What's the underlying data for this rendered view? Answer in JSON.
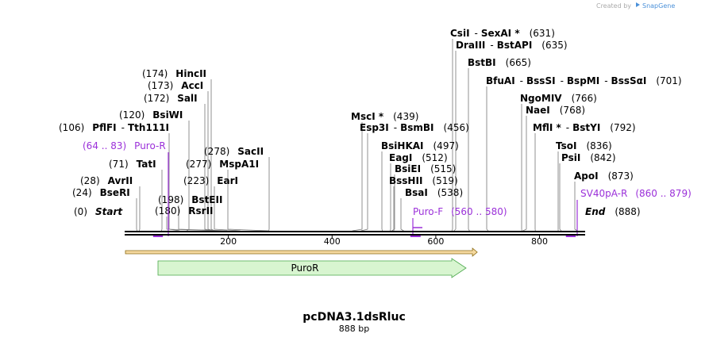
{
  "header": {
    "credit_prefix": "Created by",
    "credit_brand": "SnapGene"
  },
  "plasmid": {
    "name": "pcDNA3.1dsRluc",
    "length_label": "888 bp",
    "total_bp": 888
  },
  "ruler": {
    "ticks": [
      200,
      400,
      600,
      800
    ]
  },
  "sites": [
    {
      "pos": "(0)",
      "name": "Start",
      "bp": 0,
      "italic": true
    },
    {
      "pos": "(24)",
      "name": "BseRI",
      "bp": 24
    },
    {
      "pos": "(28)",
      "name": "AvrII",
      "bp": 28
    },
    {
      "pos": "(71)",
      "name": "TatI",
      "bp": 71
    },
    {
      "pos": "(106)",
      "name": "PflFI",
      "sep": "-",
      "name2": "Tth111I",
      "bp": 106
    },
    {
      "pos": "(120)",
      "name": "BsiWI",
      "bp": 120
    },
    {
      "pos": "(172)",
      "name": "SalI",
      "bp": 172
    },
    {
      "pos": "(173)",
      "name": "AccI",
      "bp": 173
    },
    {
      "pos": "(174)",
      "name": "HincII",
      "bp": 174
    },
    {
      "pos": "(180)",
      "name": "RsrII",
      "bp": 180
    },
    {
      "pos": "(198)",
      "name": "BstEII",
      "bp": 198
    },
    {
      "pos": "(223)",
      "name": "EarI",
      "bp": 223
    },
    {
      "pos": "(277)",
      "name": "MspA1I",
      "bp": 277
    },
    {
      "pos": "(278)",
      "name": "SacII",
      "bp": 278
    },
    {
      "pos": "(439)",
      "name": "MscI *",
      "bp": 439
    },
    {
      "pos": "(456)",
      "name": "Esp3I",
      "sep": "-",
      "name2": "BsmBI",
      "bp": 456
    },
    {
      "pos": "(497)",
      "name": "BsiHKAI",
      "bp": 497
    },
    {
      "pos": "(512)",
      "name": "EagI",
      "bp": 512
    },
    {
      "pos": "(515)",
      "name": "BsiEI",
      "bp": 515
    },
    {
      "pos": "(519)",
      "name": "BssHII",
      "bp": 519
    },
    {
      "pos": "(538)",
      "name": "BsaI",
      "bp": 538
    },
    {
      "pos": "(631)",
      "name": "CsiI",
      "sep": "-",
      "name2": "SexAI *",
      "bp": 631
    },
    {
      "pos": "(635)",
      "name": "DraIII",
      "sep": "-",
      "name2": "BstAPI",
      "bp": 635
    },
    {
      "pos": "(665)",
      "name": "BstBI",
      "bp": 665
    },
    {
      "pos": "(701)",
      "name": "BfuAI",
      "sep": "-",
      "name2": "BssSI",
      "sep2": "-",
      "name3": "BspMI",
      "sep3": "-",
      "name4": "BssSαI",
      "bp": 701
    },
    {
      "pos": "(766)",
      "name": "NgoMIV",
      "bp": 766
    },
    {
      "pos": "(768)",
      "name": "NaeI",
      "bp": 768
    },
    {
      "pos": "(792)",
      "name": "MflI *",
      "sep": "-",
      "name2": "BstYI",
      "bp": 792
    },
    {
      "pos": "(836)",
      "name": "TsoI",
      "bp": 836
    },
    {
      "pos": "(842)",
      "name": "PsiI",
      "bp": 842
    },
    {
      "pos": "(873)",
      "name": "ApoI",
      "bp": 873
    },
    {
      "pos": "(888)",
      "name": "End",
      "bp": 888,
      "italic": true
    }
  ],
  "primers": [
    {
      "name": "Puro-R",
      "range": "(64 .. 83)",
      "start": 64,
      "end": 83,
      "strand": "reverse"
    },
    {
      "name": "Puro-F",
      "range": "(560 .. 580)",
      "start": 560,
      "end": 580,
      "strand": "forward"
    },
    {
      "name": "SV40pA-R",
      "range": "(860 .. 879)",
      "start": 860,
      "end": 879,
      "strand": "reverse"
    }
  ],
  "features": [
    {
      "name": "PuroR",
      "start": 64,
      "end": 662,
      "color": "#d8f5d0",
      "stroke": "#4aa84a"
    }
  ],
  "orf": {
    "start": 0,
    "end": 660,
    "color": "#f5d9a0",
    "stroke": "#8a6a10"
  },
  "colors": {
    "backbone": "#000000",
    "primer": "#9b30d9",
    "site_line": "#777777",
    "brand": "#4a90d9"
  }
}
